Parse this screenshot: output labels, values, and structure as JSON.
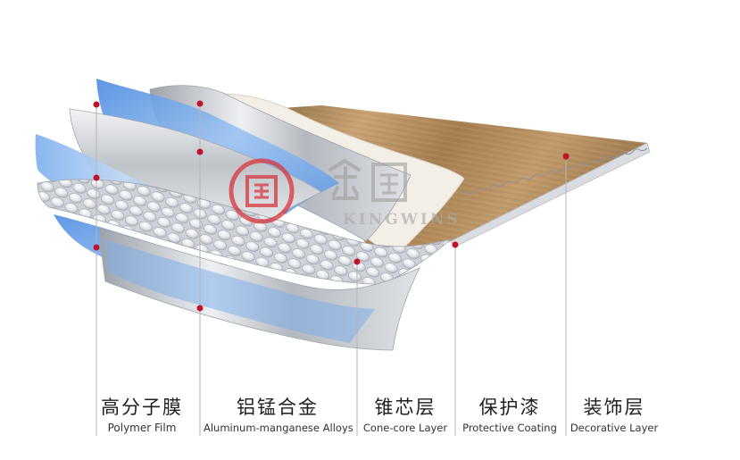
{
  "watermark": {
    "brand": "KINGWINS"
  },
  "layers": [
    {
      "zh": "高分子膜",
      "en": "Polymer  Film"
    },
    {
      "zh": "铝锰合金",
      "en": "Aluminum-manganese Alloys"
    },
    {
      "zh": "锥芯层",
      "en": "Cone-core Layer"
    },
    {
      "zh": "保护漆",
      "en": "Protective Coating"
    },
    {
      "zh": "装饰层",
      "en": "Decorative Layer"
    }
  ],
  "colors": {
    "wood": "#b08a5c",
    "polymer_blue": "#6ea3e6",
    "aluminum": "#c9ccd2",
    "marker": "#c0132a",
    "leader_line": "#b5b5b5",
    "watermark_red": "#d7353c"
  }
}
